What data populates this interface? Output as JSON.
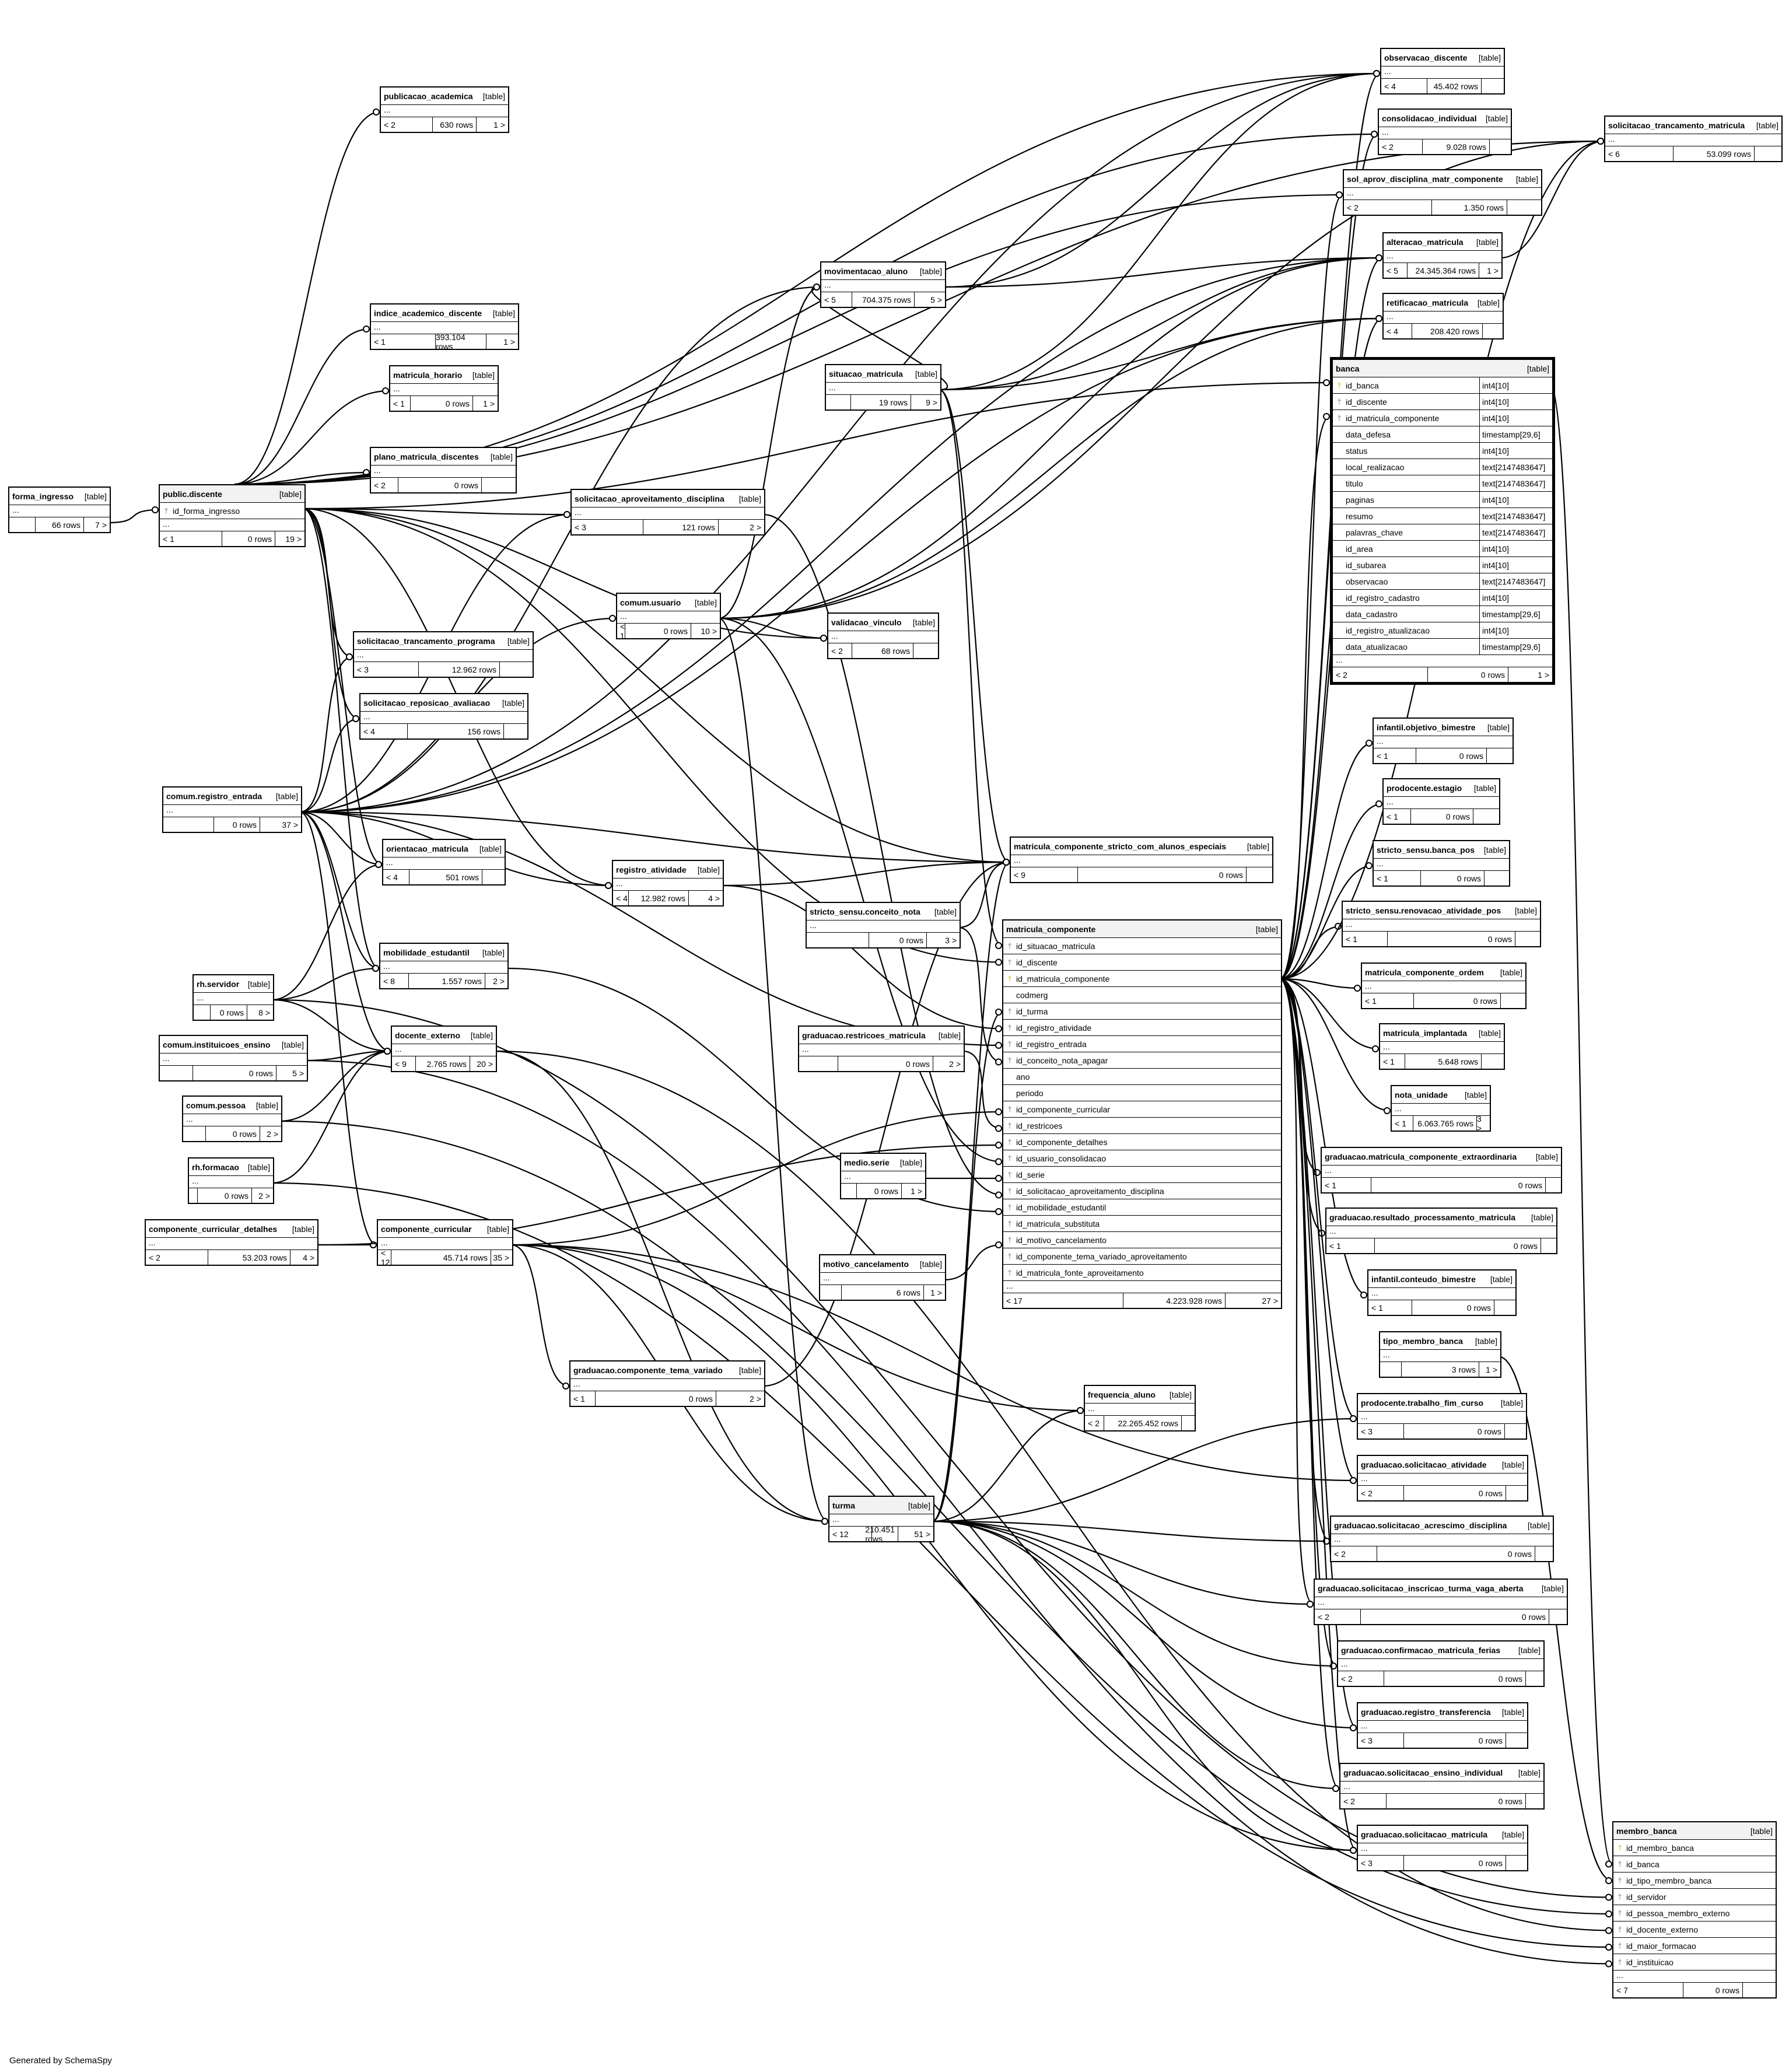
{
  "footer": "Generated by SchemaSpy",
  "tables": [
    {
      "id": "publicacao_academica",
      "name": "publicacao_academica",
      "type": "[table]",
      "left": "< 2",
      "rows": "630 rows",
      "right": "1 >"
    },
    {
      "id": "observacao_discente",
      "name": "observacao_discente",
      "type": "[table]",
      "left": "< 4",
      "rows": "45.402 rows",
      "right": ""
    },
    {
      "id": "consolidacao_individual",
      "name": "consolidacao_individual",
      "type": "[table]",
      "left": "< 2",
      "rows": "9.028 rows",
      "right": ""
    },
    {
      "id": "solicitacao_trancamento_matricula",
      "name": "solicitacao_trancamento_matricula",
      "type": "[table]",
      "left": "< 6",
      "rows": "53.099 rows",
      "right": ""
    },
    {
      "id": "sol_aprov_disciplina_matr_componente",
      "name": "sol_aprov_disciplina_matr_componente",
      "type": "[table]",
      "left": "< 2",
      "rows": "1.350 rows",
      "right": ""
    },
    {
      "id": "alteracao_matricula",
      "name": "alteracao_matricula",
      "type": "[table]",
      "left": "< 5",
      "rows": "24.345.364 rows",
      "right": "1 >"
    },
    {
      "id": "movimentacao_aluno",
      "name": "movimentacao_aluno",
      "type": "[table]",
      "left": "< 5",
      "rows": "704.375 rows",
      "right": "5 >"
    },
    {
      "id": "retificacao_matricula",
      "name": "retificacao_matricula",
      "type": "[table]",
      "left": "< 4",
      "rows": "208.420 rows",
      "right": ""
    },
    {
      "id": "indice_academico_discente",
      "name": "indice_academico_discente",
      "type": "[table]",
      "left": "< 1",
      "rows": "393.104 rows",
      "right": "1 >"
    },
    {
      "id": "matricula_horario",
      "name": "matricula_horario",
      "type": "[table]",
      "left": "< 1",
      "rows": "0 rows",
      "right": "1 >"
    },
    {
      "id": "situacao_matricula",
      "name": "situacao_matricula",
      "type": "[table]",
      "left": "",
      "rows": "19 rows",
      "right": "9 >"
    },
    {
      "id": "plano_matricula_discentes",
      "name": "plano_matricula_discentes",
      "type": "[table]",
      "left": "< 2",
      "rows": "0 rows",
      "right": ""
    },
    {
      "id": "forma_ingresso",
      "name": "forma_ingresso",
      "type": "[table]",
      "left": "",
      "rows": "66 rows",
      "right": "7 >"
    },
    {
      "id": "public_discente",
      "name": "public.discente",
      "type": "[table]",
      "grey": true,
      "columns": [
        {
          "key": "fk",
          "name": "id_forma_ingresso"
        }
      ],
      "left": "< 1",
      "rows": "0 rows",
      "right": "19 >"
    },
    {
      "id": "solicitacao_aproveitamento_disciplina",
      "name": "solicitacao_aproveitamento_disciplina",
      "type": "[table]",
      "left": "< 3",
      "rows": "121 rows",
      "right": "2 >"
    },
    {
      "id": "comum_usuario",
      "name": "comum.usuario",
      "type": "[table]",
      "left": "< 1",
      "rows": "0 rows",
      "right": "10 >"
    },
    {
      "id": "validacao_vinculo",
      "name": "validacao_vinculo",
      "type": "[table]",
      "left": "< 2",
      "rows": "68 rows",
      "right": ""
    },
    {
      "id": "solicitacao_trancamento_programa",
      "name": "solicitacao_trancamento_programa",
      "type": "[table]",
      "left": "< 3",
      "rows": "12.962 rows",
      "right": ""
    },
    {
      "id": "solicitacao_reposicao_avaliacao",
      "name": "solicitacao_reposicao_avaliacao",
      "type": "[table]",
      "left": "< 4",
      "rows": "156 rows",
      "right": ""
    },
    {
      "id": "infantil_objetivo_bimestre",
      "name": "infantil.objetivo_bimestre",
      "type": "[table]",
      "left": "< 1",
      "rows": "0 rows",
      "right": ""
    },
    {
      "id": "prodocente_estagio",
      "name": "prodocente.estagio",
      "type": "[table]",
      "left": "< 1",
      "rows": "0 rows",
      "right": ""
    },
    {
      "id": "comum_registro_entrada",
      "name": "comum.registro_entrada",
      "type": "[table]",
      "left": "",
      "rows": "0 rows",
      "right": "37 >"
    },
    {
      "id": "orientacao_matricula",
      "name": "orientacao_matricula",
      "type": "[table]",
      "left": "< 4",
      "rows": "501 rows",
      "right": ""
    },
    {
      "id": "registro_atividade",
      "name": "registro_atividade",
      "type": "[table]",
      "left": "< 4",
      "rows": "12.982 rows",
      "right": "4 >"
    },
    {
      "id": "matricula_componente_stricto",
      "name": "matricula_componente_stricto_com_alunos_especiais",
      "type": "[table]",
      "left": "< 9",
      "rows": "0 rows",
      "right": ""
    },
    {
      "id": "stricto_sensu_banca_pos",
      "name": "stricto_sensu.banca_pos",
      "type": "[table]",
      "left": "< 1",
      "rows": "0 rows",
      "right": ""
    },
    {
      "id": "stricto_sensu_renovacao",
      "name": "stricto_sensu.renovacao_atividade_pos",
      "type": "[table]",
      "left": "< 1",
      "rows": "0 rows",
      "right": ""
    },
    {
      "id": "stricto_sensu_conceito_nota",
      "name": "stricto_sensu.conceito_nota",
      "type": "[table]",
      "left": "",
      "rows": "0 rows",
      "right": "3 >"
    },
    {
      "id": "mobilidade_estudantil",
      "name": "mobilidade_estudantil",
      "type": "[table]",
      "left": "< 8",
      "rows": "1.557 rows",
      "right": "2 >"
    },
    {
      "id": "matricula_componente_ordem",
      "name": "matricula_componente_ordem",
      "type": "[table]",
      "left": "< 1",
      "rows": "0 rows",
      "right": ""
    },
    {
      "id": "rh_servidor",
      "name": "rh.servidor",
      "type": "[table]",
      "left": "",
      "rows": "0 rows",
      "right": "8 >"
    },
    {
      "id": "graduacao_restricoes_matricula",
      "name": "graduacao.restricoes_matricula",
      "type": "[table]",
      "left": "",
      "rows": "0 rows",
      "right": "2 >"
    },
    {
      "id": "matricula_implantada",
      "name": "matricula_implantada",
      "type": "[table]",
      "left": "< 1",
      "rows": "5.648 rows",
      "right": ""
    },
    {
      "id": "comum_instituicoes_ensino",
      "name": "comum.instituicoes_ensino",
      "type": "[table]",
      "left": "",
      "rows": "0 rows",
      "right": "5 >"
    },
    {
      "id": "docente_externo",
      "name": "docente_externo",
      "type": "[table]",
      "left": "< 9",
      "rows": "2.765 rows",
      "right": "20 >"
    },
    {
      "id": "nota_unidade",
      "name": "nota_unidade",
      "type": "[table]",
      "left": "< 1",
      "rows": "6.063.765 rows",
      "right": "3 >"
    },
    {
      "id": "comum_pessoa",
      "name": "comum.pessoa",
      "type": "[table]",
      "left": "",
      "rows": "0 rows",
      "right": "2 >"
    },
    {
      "id": "medio_serie",
      "name": "medio.serie",
      "type": "[table]",
      "left": "",
      "rows": "0 rows",
      "right": "1 >"
    },
    {
      "id": "graduacao_matricula_componente_extraordinaria",
      "name": "graduacao.matricula_componente_extraordinaria",
      "type": "[table]",
      "left": "< 1",
      "rows": "0 rows",
      "right": ""
    },
    {
      "id": "rh_formacao",
      "name": "rh.formacao",
      "type": "[table]",
      "left": "",
      "rows": "0 rows",
      "right": "2 >"
    },
    {
      "id": "graduacao_resultado_processamento_matricula",
      "name": "graduacao.resultado_processamento_matricula",
      "type": "[table]",
      "left": "< 1",
      "rows": "0 rows",
      "right": ""
    },
    {
      "id": "componente_curricular_detalhes",
      "name": "componente_curricular_detalhes",
      "type": "[table]",
      "left": "< 2",
      "rows": "53.203 rows",
      "right": "4 >"
    },
    {
      "id": "componente_curricular",
      "name": "componente_curricular",
      "type": "[table]",
      "left": "< 12",
      "rows": "45.714 rows",
      "right": "35 >"
    },
    {
      "id": "motivo_cancelamento",
      "name": "motivo_cancelamento",
      "type": "[table]",
      "left": "",
      "rows": "6 rows",
      "right": "1 >"
    },
    {
      "id": "infantil_conteudo_bimestre",
      "name": "infantil.conteudo_bimestre",
      "type": "[table]",
      "left": "< 1",
      "rows": "0 rows",
      "right": ""
    },
    {
      "id": "tipo_membro_banca",
      "name": "tipo_membro_banca",
      "type": "[table]",
      "left": "",
      "rows": "3 rows",
      "right": "1 >"
    },
    {
      "id": "graduacao_componente_tema_variado",
      "name": "graduacao.componente_tema_variado",
      "type": "[table]",
      "left": "< 1",
      "rows": "0 rows",
      "right": "2 >"
    },
    {
      "id": "frequencia_aluno",
      "name": "frequencia_aluno",
      "type": "[table]",
      "left": "< 2",
      "rows": "22.265.452 rows",
      "right": ""
    },
    {
      "id": "prodocente_trabalho_fim_curso",
      "name": "prodocente.trabalho_fim_curso",
      "type": "[table]",
      "left": "< 3",
      "rows": "0 rows",
      "right": ""
    },
    {
      "id": "graduacao_solicitacao_atividade",
      "name": "graduacao.solicitacao_atividade",
      "type": "[table]",
      "left": "< 2",
      "rows": "0 rows",
      "right": ""
    },
    {
      "id": "turma",
      "name": "turma",
      "type": "[table]",
      "grey": true,
      "left": "< 12",
      "rows": "210.451 rows",
      "right": "51 >"
    },
    {
      "id": "graduacao_solicitacao_acrescimo_disciplina",
      "name": "graduacao.solicitacao_acrescimo_disciplina",
      "type": "[table]",
      "left": "< 2",
      "rows": "0 rows",
      "right": ""
    },
    {
      "id": "graduacao_solicitacao_inscricao_turma_vaga_aberta",
      "name": "graduacao.solicitacao_inscricao_turma_vaga_aberta",
      "type": "[table]",
      "left": "< 2",
      "rows": "0 rows",
      "right": ""
    },
    {
      "id": "graduacao_confirmacao_matricula_ferias",
      "name": "graduacao.confirmacao_matricula_ferias",
      "type": "[table]",
      "left": "< 2",
      "rows": "0 rows",
      "right": ""
    },
    {
      "id": "graduacao_registro_transferencia",
      "name": "graduacao.registro_transferencia",
      "type": "[table]",
      "left": "< 3",
      "rows": "0 rows",
      "right": ""
    },
    {
      "id": "graduacao_solicitacao_ensino_individual",
      "name": "graduacao.solicitacao_ensino_individual",
      "type": "[table]",
      "left": "< 2",
      "rows": "0 rows",
      "right": ""
    },
    {
      "id": "graduacao_solicitacao_matricula",
      "name": "graduacao.solicitacao_matricula",
      "type": "[table]",
      "left": "< 3",
      "rows": "0 rows",
      "right": ""
    },
    {
      "id": "banca",
      "name": "banca",
      "type": "[table]",
      "grey": true,
      "big": true,
      "columns": [
        {
          "key": "pk",
          "name": "id_banca",
          "type": "int4[10]"
        },
        {
          "key": "fk",
          "name": "id_discente",
          "type": "int4[10]"
        },
        {
          "key": "fk",
          "name": "id_matricula_componente",
          "type": "int4[10]"
        },
        {
          "key": "",
          "name": "data_defesa",
          "type": "timestamp[29,6]"
        },
        {
          "key": "",
          "name": "status",
          "type": "int4[10]"
        },
        {
          "key": "",
          "name": "local_realizacao",
          "type": "text[2147483647]"
        },
        {
          "key": "",
          "name": "titulo",
          "type": "text[2147483647]"
        },
        {
          "key": "",
          "name": "paginas",
          "type": "int4[10]"
        },
        {
          "key": "",
          "name": "resumo",
          "type": "text[2147483647]"
        },
        {
          "key": "",
          "name": "palavras_chave",
          "type": "text[2147483647]"
        },
        {
          "key": "",
          "name": "id_area",
          "type": "int4[10]"
        },
        {
          "key": "",
          "name": "id_subarea",
          "type": "int4[10]"
        },
        {
          "key": "",
          "name": "observacao",
          "type": "text[2147483647]"
        },
        {
          "key": "",
          "name": "id_registro_cadastro",
          "type": "int4[10]"
        },
        {
          "key": "",
          "name": "data_cadastro",
          "type": "timestamp[29,6]"
        },
        {
          "key": "",
          "name": "id_registro_atualizacao",
          "type": "int4[10]"
        },
        {
          "key": "",
          "name": "data_atualizacao",
          "type": "timestamp[29,6]"
        }
      ],
      "left": "< 2",
      "rows": "0 rows",
      "right": "1 >"
    },
    {
      "id": "matricula_componente",
      "name": "matricula_componente",
      "type": "[table]",
      "grey": true,
      "columns": [
        {
          "key": "fk",
          "name": "id_situacao_matricula"
        },
        {
          "key": "fk",
          "name": "id_discente"
        },
        {
          "key": "pk",
          "name": "id_matricula_componente"
        },
        {
          "key": "",
          "name": "codmerg"
        },
        {
          "key": "fk",
          "name": "id_turma"
        },
        {
          "key": "fk",
          "name": "id_registro_atividade"
        },
        {
          "key": "fk",
          "name": "id_registro_entrada"
        },
        {
          "key": "fk",
          "name": "id_conceito_nota_apagar"
        },
        {
          "key": "",
          "name": "ano"
        },
        {
          "key": "",
          "name": "periodo"
        },
        {
          "key": "fk",
          "name": "id_componente_curricular"
        },
        {
          "key": "fk",
          "name": "id_restricoes"
        },
        {
          "key": "fk",
          "name": "id_componente_detalhes"
        },
        {
          "key": "fk",
          "name": "id_usuario_consolidacao"
        },
        {
          "key": "fk",
          "name": "id_serie"
        },
        {
          "key": "fk",
          "name": "id_solicitacao_aproveitamento_disciplina"
        },
        {
          "key": "fk",
          "name": "id_mobilidade_estudantil"
        },
        {
          "key": "fk",
          "name": "id_matricula_substituta"
        },
        {
          "key": "fk",
          "name": "id_motivo_cancelamento"
        },
        {
          "key": "fk",
          "name": "id_componente_tema_variado_aproveitamento"
        },
        {
          "key": "fk",
          "name": "id_matricula_fonte_aproveitamento"
        }
      ],
      "left": "< 17",
      "rows": "4.223.928 rows",
      "right": "27 >"
    },
    {
      "id": "membro_banca",
      "name": "membro_banca",
      "type": "[table]",
      "grey": true,
      "columns": [
        {
          "key": "pk",
          "name": "id_membro_banca"
        },
        {
          "key": "fk",
          "name": "id_banca"
        },
        {
          "key": "fk",
          "name": "id_tipo_membro_banca"
        },
        {
          "key": "fk",
          "name": "id_servidor"
        },
        {
          "key": "fk",
          "name": "id_pessoa_membro_externo"
        },
        {
          "key": "fk",
          "name": "id_docente_externo"
        },
        {
          "key": "fk",
          "name": "id_maior_formacao"
        },
        {
          "key": "fk",
          "name": "id_instituicao"
        }
      ],
      "left": "< 7",
      "rows": "0 rows",
      "right": ""
    }
  ]
}
